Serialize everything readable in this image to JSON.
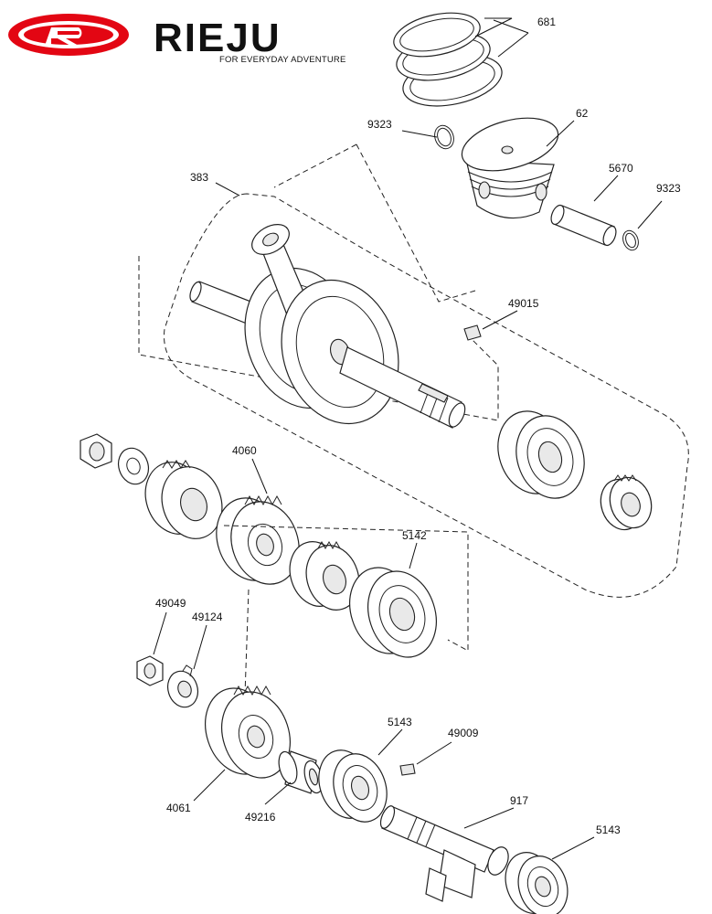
{
  "brand": {
    "name": "RIEJU",
    "tagline": "FOR EVERYDAY ADVENTURE",
    "colors": {
      "red": "#e30613",
      "black": "#111111"
    }
  },
  "labels": {
    "l681": "681",
    "l62": "62",
    "l9323a": "9323",
    "l5670": "5670",
    "l9323b": "9323",
    "l383": "383",
    "l49015": "49015",
    "l4060": "4060",
    "l5142": "5142",
    "l49049": "49049",
    "l49124": "49124",
    "l5143a": "5143",
    "l49009": "49009",
    "l917": "917",
    "l5143b": "5143",
    "l4061": "4061",
    "l49216": "49216"
  }
}
